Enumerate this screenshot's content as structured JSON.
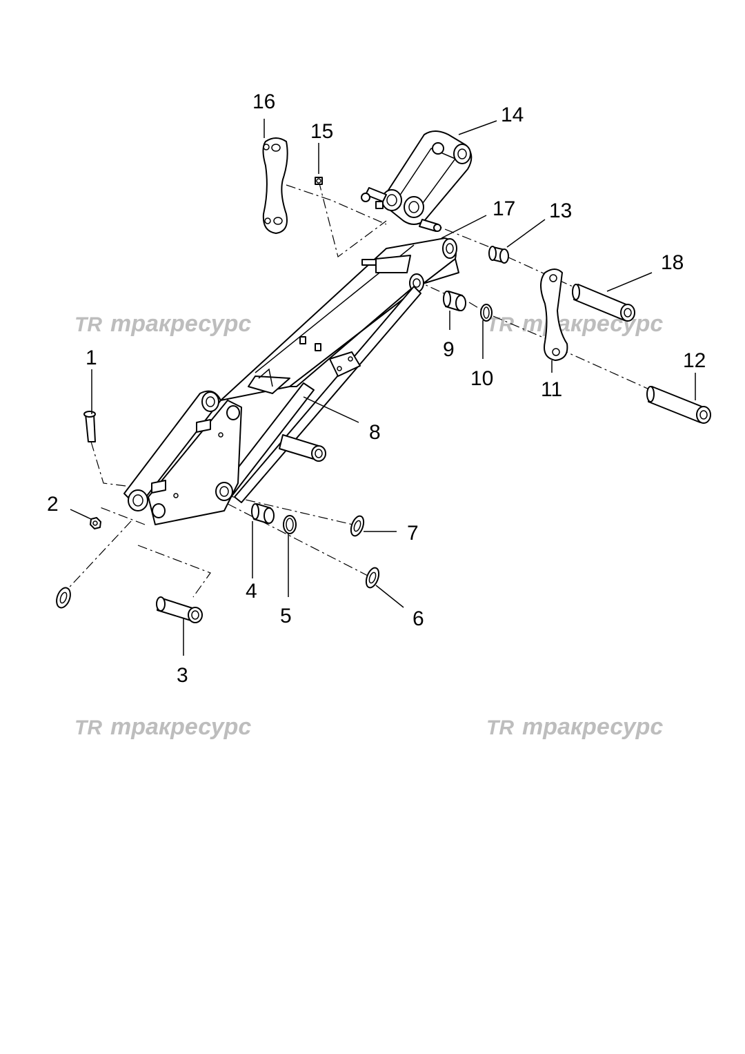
{
  "watermark": {
    "text": "тракресурс",
    "logo": "TR"
  },
  "callouts": [
    "1",
    "2",
    "3",
    "4",
    "5",
    "6",
    "7",
    "8",
    "9",
    "10",
    "11",
    "12",
    "13",
    "14",
    "15",
    "16",
    "17",
    "18"
  ],
  "colors": {
    "ink": "#000000",
    "watermark": "#bdbdbd",
    "background": "#ffffff"
  }
}
